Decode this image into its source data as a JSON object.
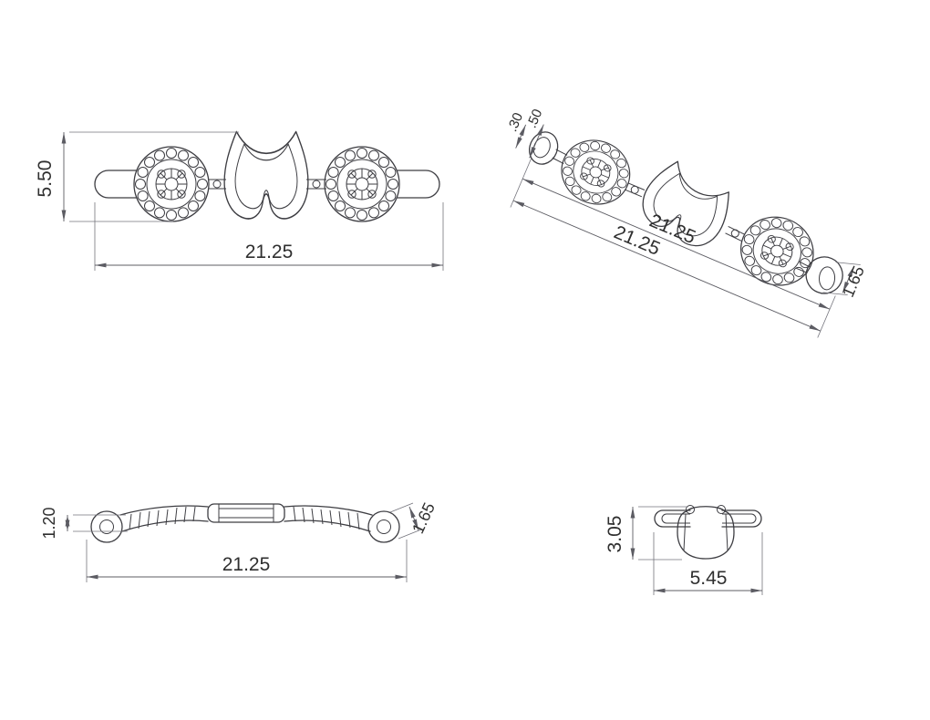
{
  "document": {
    "kind": "technical-drawing",
    "subject": "jewelry-link-four-view-drawing"
  },
  "colors": {
    "background": "#ffffff",
    "part_line": "#3d3d42",
    "dimension_line": "#5c5c63",
    "text": "#2f2f2f"
  },
  "views": {
    "front": {
      "height": "5.50",
      "width": "21.25"
    },
    "perspective": {
      "wall": ".30",
      "opening": ".50",
      "length_a": "21.25",
      "length_b": "21.25",
      "end_height": "1.65"
    },
    "top": {
      "band_thickness": "1.20",
      "width": "21.25",
      "eyelet_height": "1.65"
    },
    "section": {
      "height": "3.05",
      "width": "5.45"
    }
  }
}
